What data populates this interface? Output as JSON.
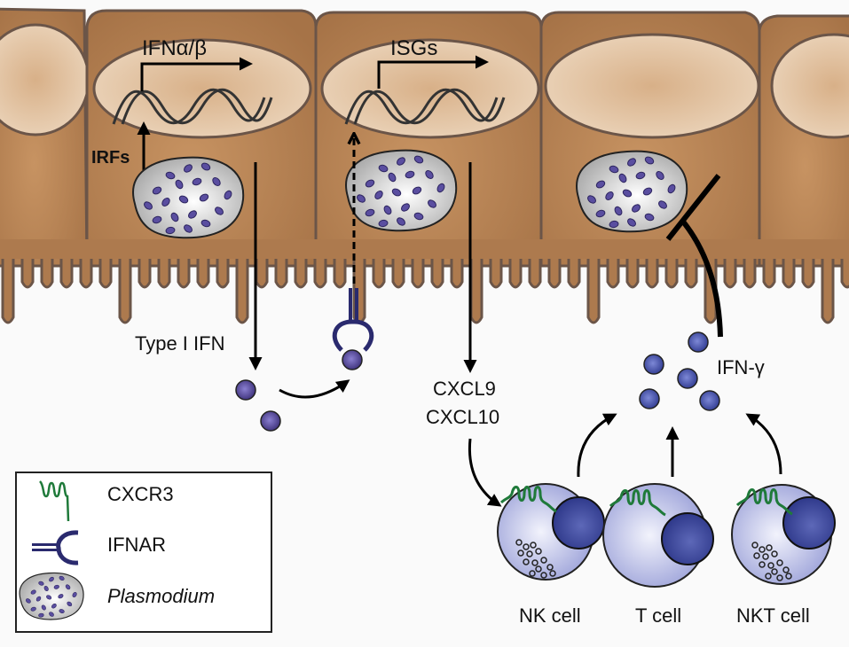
{
  "labels": {
    "ifn_ab_gene": "IFNα/β",
    "isgs_gene": "ISGs",
    "irfs": "IRFs",
    "type1_ifn": "Type I IFN",
    "cxcl9": "CXCL9",
    "cxcl10": "CXCL10",
    "ifn_gamma": "IFN-γ"
  },
  "immune_cells": [
    {
      "name": "NK cell",
      "granules": true
    },
    {
      "name": "T cell",
      "granules": false
    },
    {
      "name": "NKT cell",
      "granules": true
    }
  ],
  "legend": {
    "items": [
      {
        "icon": "cxcr3-receptor-icon",
        "label": "CXCR3",
        "italic": false
      },
      {
        "icon": "ifnar-receptor-icon",
        "label": "IFNAR",
        "italic": false
      },
      {
        "icon": "plasmodium-icon",
        "label": "Plasmodium",
        "italic": true
      }
    ]
  },
  "colors": {
    "cell_body": "#ad7a4e",
    "cell_outline": "#6b5548",
    "nucleus": "#dbb894",
    "parasite_spot": "#5a4ea0",
    "ifn_particle": "#4a3f86",
    "immune_cell": "#b8bde8",
    "immune_nucleus": "#2f3b8f",
    "cxcr3": "#1f7a3a",
    "ifnar": "#2a2a6e"
  }
}
